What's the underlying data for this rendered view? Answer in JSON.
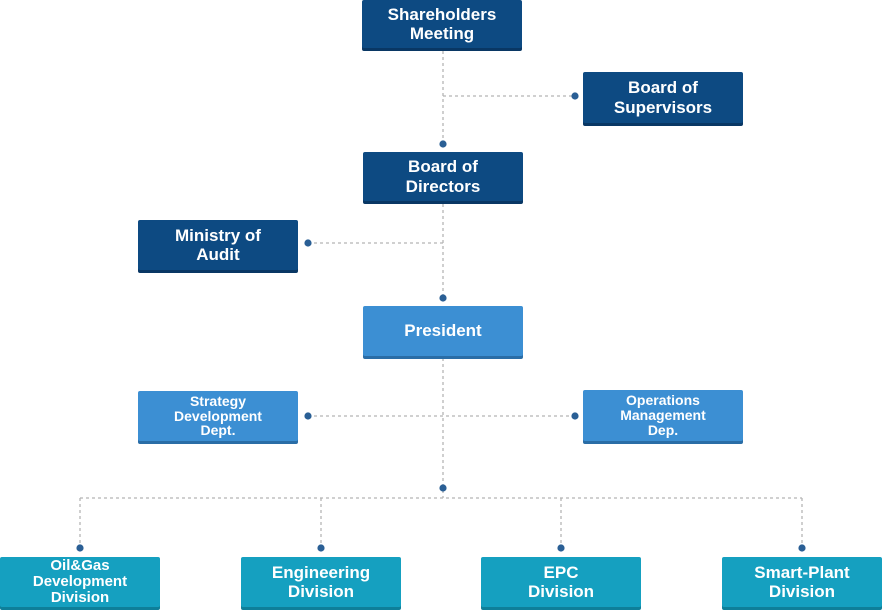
{
  "org_chart": {
    "shareholders_meeting": "Shareholders\nMeeting",
    "board_of_supervisors": "Board of\nSupervisors",
    "board_of_directors": "Board of\nDirectors",
    "ministry_of_audit": "Ministry of\nAudit",
    "president": "President",
    "strategy_development_dept": "Strategy\nDevelopment\nDept.",
    "operations_management_dep": "Operations\nManagement\nDep.",
    "oil_gas_division": "Oil&Gas\nDevelopment\nDivision",
    "engineering_division": "Engineering\nDivision",
    "epc_division": "EPC\nDivision",
    "smart_plant_division": "Smart-Plant\nDivision"
  },
  "colors": {
    "governance": "#0d4a82",
    "management": "#3c8fd3",
    "division": "#15a0c0",
    "connector": "#b5b5b5",
    "dot": "#2a5f95"
  }
}
